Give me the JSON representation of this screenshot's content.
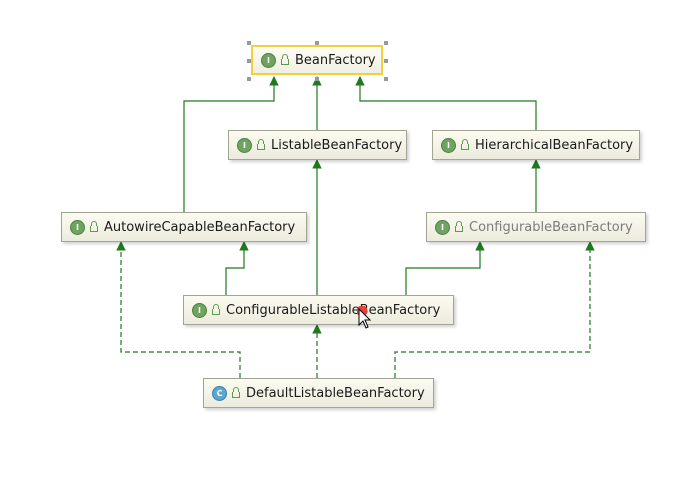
{
  "diagram": {
    "nodes": [
      {
        "id": "BeanFactory",
        "label": "BeanFactory",
        "kind": "interface",
        "icon": "I",
        "selected": true,
        "faded": false
      },
      {
        "id": "ListableBeanFactory",
        "label": "ListableBeanFactory",
        "kind": "interface",
        "icon": "I",
        "selected": false,
        "faded": false
      },
      {
        "id": "HierarchicalBeanFactory",
        "label": "HierarchicalBeanFactory",
        "kind": "interface",
        "icon": "I",
        "selected": false,
        "faded": false
      },
      {
        "id": "AutowireCapableBeanFactory",
        "label": "AutowireCapableBeanFactory",
        "kind": "interface",
        "icon": "I",
        "selected": false,
        "faded": false
      },
      {
        "id": "ConfigurableBeanFactory",
        "label": "ConfigurableBeanFactory",
        "kind": "interface",
        "icon": "I",
        "selected": false,
        "faded": true
      },
      {
        "id": "ConfigurableListableBeanFactory",
        "label": "ConfigurableListableBeanFactory",
        "kind": "interface",
        "icon": "I",
        "selected": false,
        "faded": false
      },
      {
        "id": "DefaultListableBeanFactory",
        "label": "DefaultListableBeanFactory",
        "kind": "class",
        "icon": "C",
        "selected": false,
        "faded": false
      }
    ],
    "edges": [
      {
        "from": "ListableBeanFactory",
        "to": "BeanFactory",
        "style": "extends"
      },
      {
        "from": "HierarchicalBeanFactory",
        "to": "BeanFactory",
        "style": "extends"
      },
      {
        "from": "AutowireCapableBeanFactory",
        "to": "BeanFactory",
        "style": "extends"
      },
      {
        "from": "ConfigurableBeanFactory",
        "to": "HierarchicalBeanFactory",
        "style": "extends"
      },
      {
        "from": "ConfigurableListableBeanFactory",
        "to": "ListableBeanFactory",
        "style": "extends"
      },
      {
        "from": "ConfigurableListableBeanFactory",
        "to": "AutowireCapableBeanFactory",
        "style": "extends"
      },
      {
        "from": "ConfigurableListableBeanFactory",
        "to": "ConfigurableBeanFactory",
        "style": "extends"
      },
      {
        "from": "DefaultListableBeanFactory",
        "to": "ConfigurableListableBeanFactory",
        "style": "implements"
      },
      {
        "from": "DefaultListableBeanFactory",
        "to": "AutowireCapableBeanFactory",
        "style": "implements"
      },
      {
        "from": "DefaultListableBeanFactory",
        "to": "ConfigurableBeanFactory",
        "style": "implements"
      }
    ]
  },
  "colors": {
    "edge": "#1f7a1f",
    "interface_icon": "#6ea45f",
    "class_icon": "#5aa8cf",
    "selection_border": "#f2cf3c",
    "breakpoint_dot": "#e8413c"
  },
  "icons": {
    "interface": "interface-type-icon",
    "class": "class-type-icon",
    "visibility": "public-visibility-icon",
    "cursor": "mouse-pointer-icon"
  }
}
